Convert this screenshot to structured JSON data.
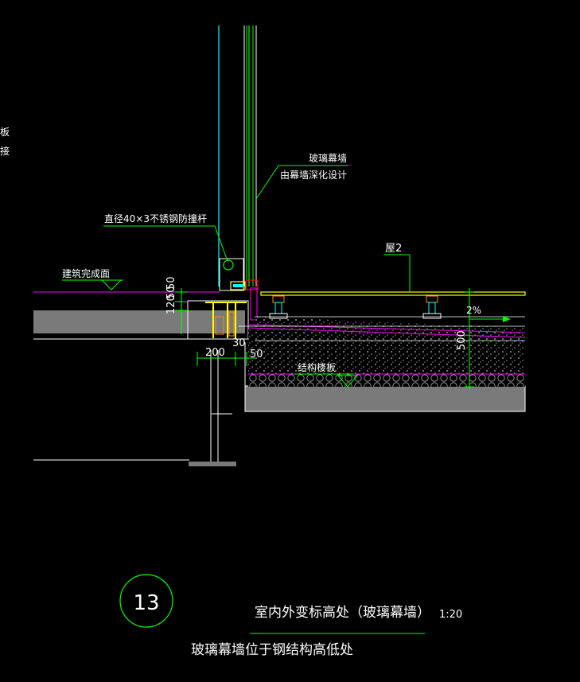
{
  "labels": {
    "curtain_wall_1": "玻璃幕墙",
    "curtain_wall_2": "由幕墙深化设计",
    "rail": "直径40×3不锈钢防撞杆",
    "finish_surface": "建筑完成面",
    "roof_ref": "屋2",
    "slope": "2%",
    "structural_slab": "结构楼板",
    "edge_chars": [
      "板",
      "接"
    ]
  },
  "dimensions": {
    "d50_top": "50",
    "d120": "120",
    "d50_mid": "50",
    "d200": "200",
    "d50_right": "50",
    "d30": "30",
    "d500": "500"
  },
  "title_block": {
    "detail_number": "13",
    "title": "室内外变标高处（玻璃幕墙）",
    "scale": "1:20",
    "subtitle": "玻璃幕墙位于钢结构高低处"
  },
  "colors": {
    "background": "#000000",
    "line_white": "#ffffff",
    "line_green": "#00ff00",
    "line_cyan": "#00ffff",
    "line_magenta": "#ff00ff",
    "line_yellow": "#ffff00",
    "fill_grey": "#7a7a7a"
  }
}
